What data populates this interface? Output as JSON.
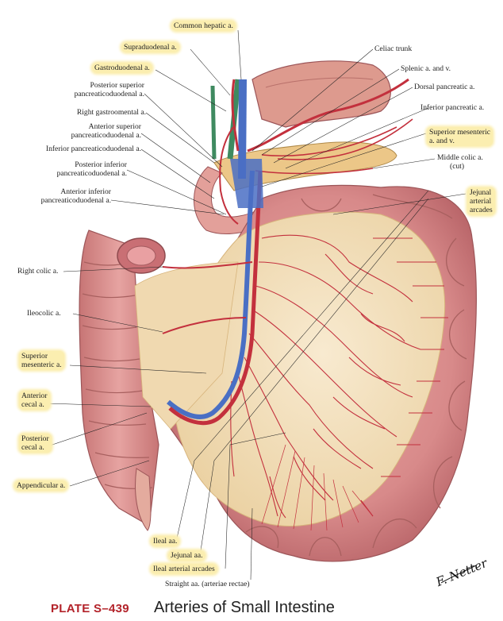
{
  "labels": {
    "common_hepatic": "Common hepatic a.",
    "supraduodenal": "Supraduodenal a.",
    "gastroduodenal": "Gastroduodenal a.",
    "post_sup_pd": [
      "Posterior superior",
      "pancreaticoduodenal a."
    ],
    "right_gastro_omental": "Right gastroomental a.",
    "ant_sup_pd": [
      "Anterior superior",
      "pancreaticoduodenal a."
    ],
    "inf_pd": "Inferior pancreaticoduodenal a.",
    "post_inf_pd": [
      "Posterior inferior",
      "pancreaticoduodenal a."
    ],
    "ant_inf_pd": [
      "Anterior inferior",
      "pancreaticoduodenal a."
    ],
    "celiac_trunk": "Celiac trunk",
    "splenic": "Splenic a. and v.",
    "dorsal_pancreatic": "Dorsal pancreatic a.",
    "inferior_pancreatic": "Inferior pancreatic a.",
    "sup_mesenteric_av": [
      "Superior mesenteric",
      "a. and v."
    ],
    "middle_colic": [
      "Middle colic a.",
      "(cut)"
    ],
    "jejunal_arcades": [
      "Jejunal",
      "arterial",
      "arcades"
    ],
    "right_colic": "Right colic a.",
    "ileocolic": "Ileocolic a.",
    "superior_mesenteric": [
      "Superior",
      "mesenteric a."
    ],
    "anterior_cecal": [
      "Anterior",
      "cecal a."
    ],
    "posterior_cecal": [
      "Posterior",
      "cecal a."
    ],
    "appendicular": "Appendicular a.",
    "ileal_aa": "Ileal aa.",
    "jejunal_aa": "Jejunal aa.",
    "ileal_arcades": "Ileal arterial arcades",
    "straight_aa": "Straight aa. (arteriae rectae)"
  },
  "footer": {
    "plate_number": "PLATE S–439",
    "plate_title": "Arteries of Small Intestine"
  },
  "signature": "F. Netter",
  "colors": {
    "highlight": "#fbeeb0",
    "artery": "#c3303d",
    "vein": "#4a6fc4",
    "intestine": "#d98a8a",
    "mesentery": "#f2dcb0",
    "plate_red": "#b3232a"
  }
}
